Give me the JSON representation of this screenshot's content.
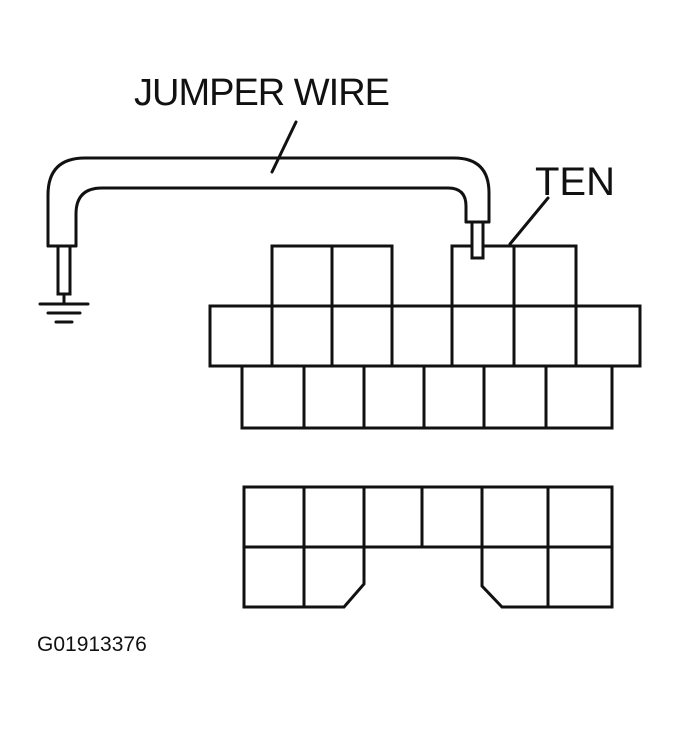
{
  "labels": {
    "jumper_wire": "JUMPER WIRE",
    "ten": "TEN",
    "figure_code": "G01913376"
  },
  "colors": {
    "ink": "#111111",
    "background": "#ffffff"
  }
}
